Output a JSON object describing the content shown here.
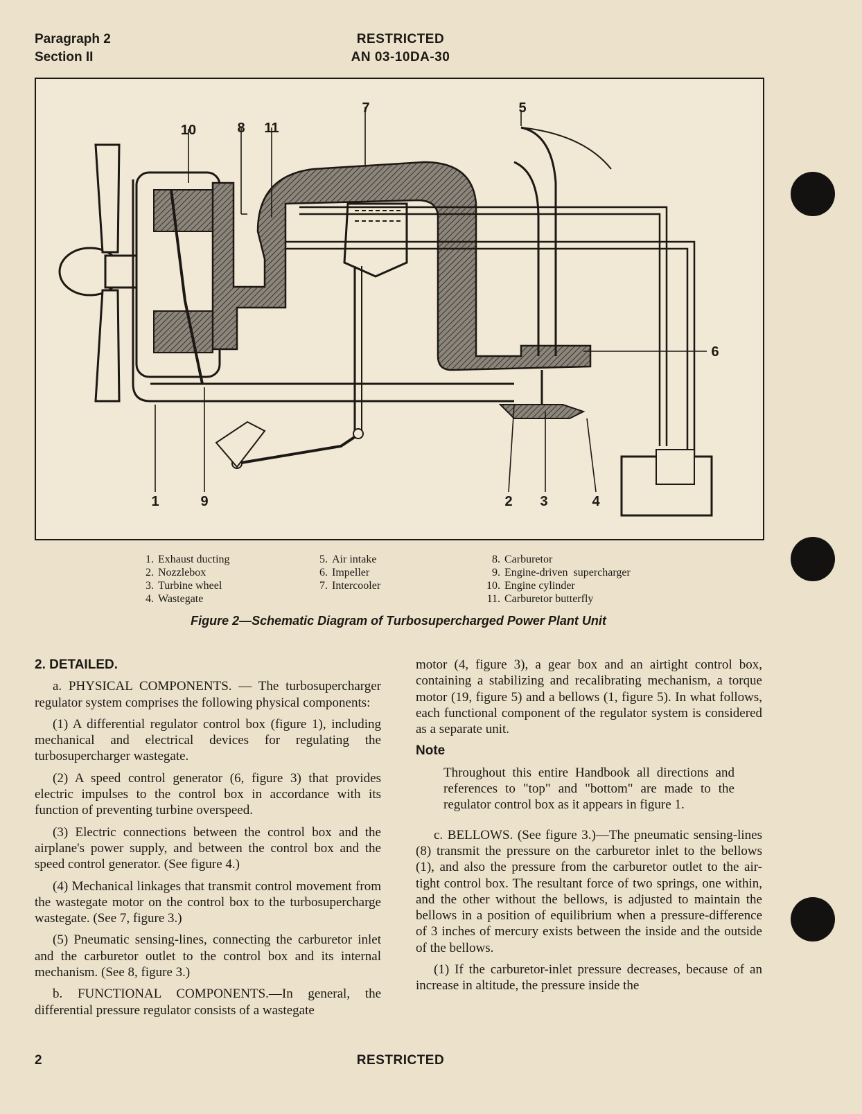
{
  "header": {
    "paragraph": "Paragraph 2",
    "section": "Section II",
    "classification": "RESTRICTED",
    "doc_number": "AN 03-10DA-30"
  },
  "figure": {
    "callouts": [
      "1",
      "2",
      "3",
      "4",
      "5",
      "6",
      "7",
      "8",
      "9",
      "10",
      "11"
    ],
    "legend_col1": [
      {
        "num": "1.",
        "text": "Exhaust ducting"
      },
      {
        "num": "2.",
        "text": "Nozzlebox"
      },
      {
        "num": "3.",
        "text": "Turbine wheel"
      },
      {
        "num": "4.",
        "text": "Wastegate"
      }
    ],
    "legend_col2": [
      {
        "num": "5.",
        "text": "Air intake"
      },
      {
        "num": "6.",
        "text": "Impeller"
      },
      {
        "num": "7.",
        "text": "Intercooler"
      }
    ],
    "legend_col3": [
      {
        "num": "8.",
        "text": "Carburetor"
      },
      {
        "num": "9.",
        "text": "Engine-driven  supercharger"
      },
      {
        "num": "10.",
        "text": "Engine cylinder"
      },
      {
        "num": "11.",
        "text": "Carburetor butterfly"
      }
    ],
    "caption": "Figure 2—Schematic Diagram of Turbosupercharged Power Plant Unit"
  },
  "body": {
    "heading": "2. DETAILED.",
    "a_para": "a. PHYSICAL COMPONENTS. — The turbosupercharger regulator system comprises the following physical components:",
    "item1": "(1) A differential regulator control box (figure 1), including mechanical and electrical devices for regulating the turbosupercharger wastegate.",
    "item2": "(2) A speed control generator (6, figure 3) that provides electric impulses to the control box in accordance with its function of preventing turbine overspeed.",
    "item3": "(3) Electric connections between the control box and the airplane's power supply, and between the control box and the speed control generator. (See figure 4.)",
    "item4": "(4) Mechanical linkages that transmit control movement from the wastegate motor on the control box to the turbosupercharge wastegate. (See 7, figure 3.)",
    "item5": "(5) Pneumatic sensing-lines, connecting the carburetor inlet and the carburetor outlet to the control box and its internal mechanism. (See 8, figure 3.)",
    "b_para": "b. FUNCTIONAL COMPONENTS.—In general, the differential pressure regulator consists of a wastegate",
    "b_cont": "motor (4, figure 3), a gear box and an airtight control box, containing a stabilizing and recalibrating mechanism, a torque motor (19, figure 5) and a bellows (1, figure 5). In what follows, each functional component of the regulator system is considered as a separate unit.",
    "note_title": "Note",
    "note_text": "Throughout this entire Handbook all directions and references to \"top\" and \"bottom\" are made to the regulator control box as it appears in figure 1.",
    "c_para": "c. BELLOWS. (See figure 3.)—The pneumatic sensing-lines (8) transmit the pressure on the carburetor inlet to the bellows (1), and also the pressure from the carburetor outlet to the air-tight control box. The resultant force of two springs, one within, and the other without the bellows, is adjusted to maintain the bellows in a position of equilibrium when a pressure-difference of 3 inches of mercury exists between the inside and the outside of the bellows.",
    "c1_para": "(1) If the carburetor-inlet pressure decreases, because of an increase in altitude, the pressure inside the"
  },
  "footer": {
    "page_number": "2",
    "classification": "RESTRICTED"
  }
}
